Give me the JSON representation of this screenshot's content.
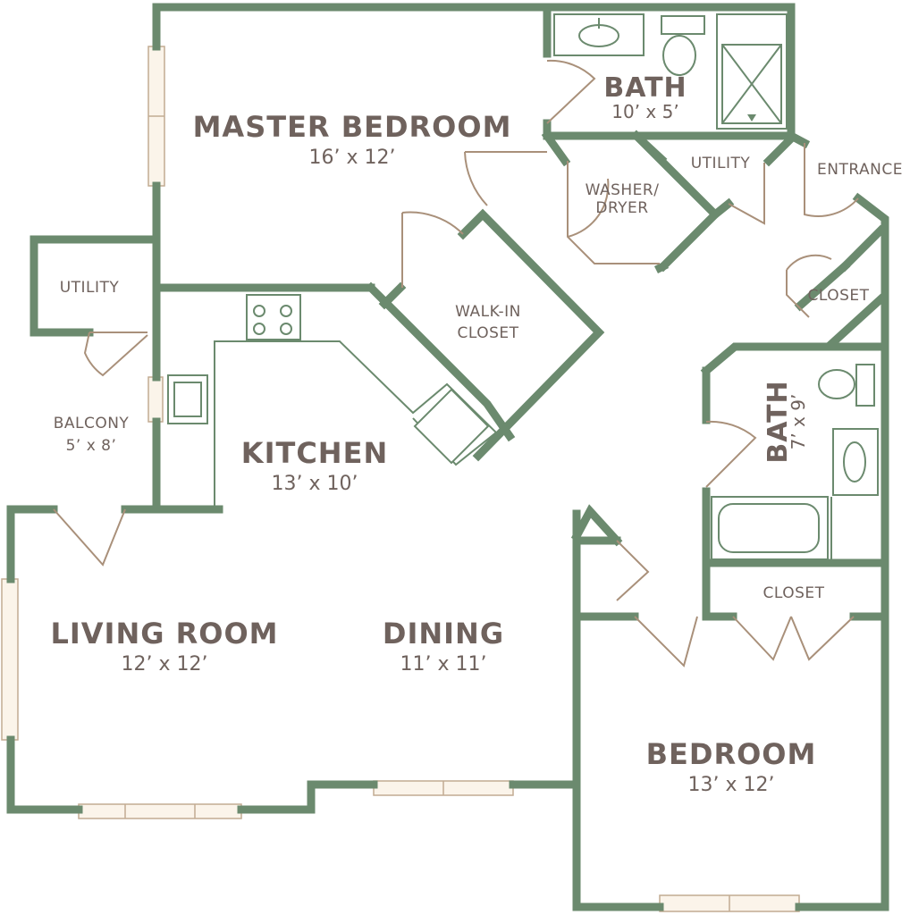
{
  "colors": {
    "wall": "#6b8a6e",
    "text": "#6f625d",
    "door": "#a9907a",
    "window": "#fbf4ea"
  },
  "rooms": {
    "master_bedroom": {
      "name": "MASTER BEDROOM",
      "dims": "16’ x 12’"
    },
    "master_bath": {
      "name": "BATH",
      "dims": "10’ x 5’"
    },
    "utility_top": {
      "name": "UTILITY"
    },
    "entrance": {
      "name": "ENTRANCE"
    },
    "washer_dryer": {
      "line1": "WASHER/",
      "line2": "DRYER"
    },
    "utility_left": {
      "name": "UTILITY"
    },
    "walk_in_closet": {
      "line1": "WALK-IN",
      "line2": "CLOSET"
    },
    "closet_entry": {
      "name": "CLOSET"
    },
    "bath2": {
      "name": "BATH",
      "dims": "7’ x 9’"
    },
    "balcony": {
      "name": "BALCONY",
      "dims": "5’ x 8’"
    },
    "kitchen": {
      "name": "KITCHEN",
      "dims": "13’ x 10’"
    },
    "closet_bedroom": {
      "name": "CLOSET"
    },
    "living_room": {
      "name": "LIVING ROOM",
      "dims": "12’ x 12’"
    },
    "dining": {
      "name": "DINING",
      "dims": "11’ x 11’"
    },
    "bedroom": {
      "name": "BEDROOM",
      "dims": "13’ x 12’"
    }
  }
}
